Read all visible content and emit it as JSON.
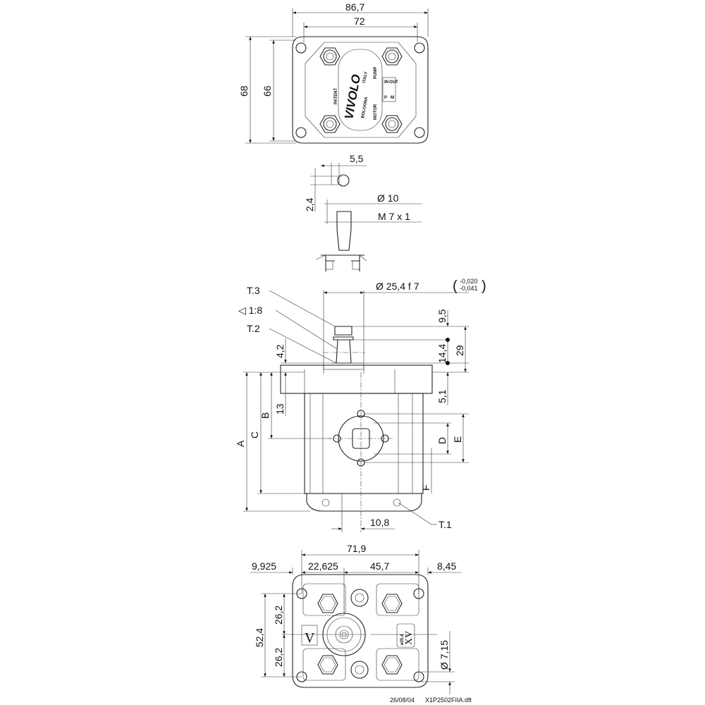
{
  "drawing": {
    "top_view": {
      "dim_width_outer": "86,7",
      "dim_width_inner": "72",
      "dim_height_outer": "68",
      "dim_height_inner": "66",
      "logo": "VIVOLO",
      "plate_text": [
        "BOLOGNA",
        "ITALY",
        "PATENT",
        "PUMP",
        "MOTOR"
      ],
      "arrow_labels": [
        "P",
        "M",
        "IN",
        "OUT"
      ]
    },
    "shaft_detail": {
      "dim_key_width": "5,5",
      "dim_key_height": "2,4",
      "dim_diameter": "Ø 10",
      "dim_thread": "M 7 x 1"
    },
    "side_view": {
      "label_t3": "T.3",
      "label_taper": "◁ 1:8",
      "label_t2": "T.2",
      "label_t1": "T.1",
      "dim_pilot": "Ø  25,4  f 7",
      "tol_upper": "-0,020",
      "tol_lower": "-0,041",
      "dim_9_5": "9,5",
      "dim_14_4": "14,4",
      "dim_29": "29",
      "dim_4_2": "4,2",
      "dim_5_1": "5,1",
      "dim_13": "13",
      "dim_10_8": "10,8",
      "label_a": "A",
      "label_b": "B",
      "label_c": "C",
      "label_d": "D",
      "label_e": "E",
      "label_f": "F"
    },
    "bottom_view": {
      "dim_71_9": "71,9",
      "dim_9_925": "9,925",
      "dim_22_625": "22,625",
      "dim_45_7": "45,7",
      "dim_8_45": "8,45",
      "dim_52_4": "52,4",
      "dim_26_2_top": "26,2",
      "dim_26_2_bottom": "26,2",
      "dim_hole": "Ø 7,15",
      "mark_v": "V",
      "mark_xv": "XV",
      "mark_dia": "ø25,4"
    },
    "footer": {
      "date": "26/08/04",
      "file": "X1P2502FIIA.dft"
    }
  }
}
